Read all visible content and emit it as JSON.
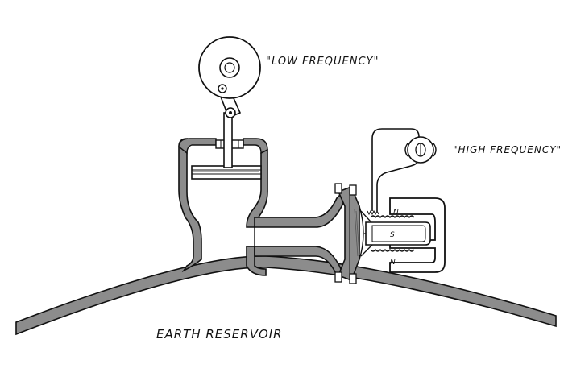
{
  "labels": {
    "low_frequency": "\"LOW FREQUENCY\"",
    "high_frequency": "\"HIGH FREQUENCY\"",
    "earth_reservoir": "EARTH RESERVOIR",
    "pole_n_top": "N",
    "pole_s": "S",
    "pole_n_bottom": "N"
  },
  "colors": {
    "ink": "#111111",
    "wall_fill": "#8c8c8c",
    "paper": "#ffffff"
  }
}
